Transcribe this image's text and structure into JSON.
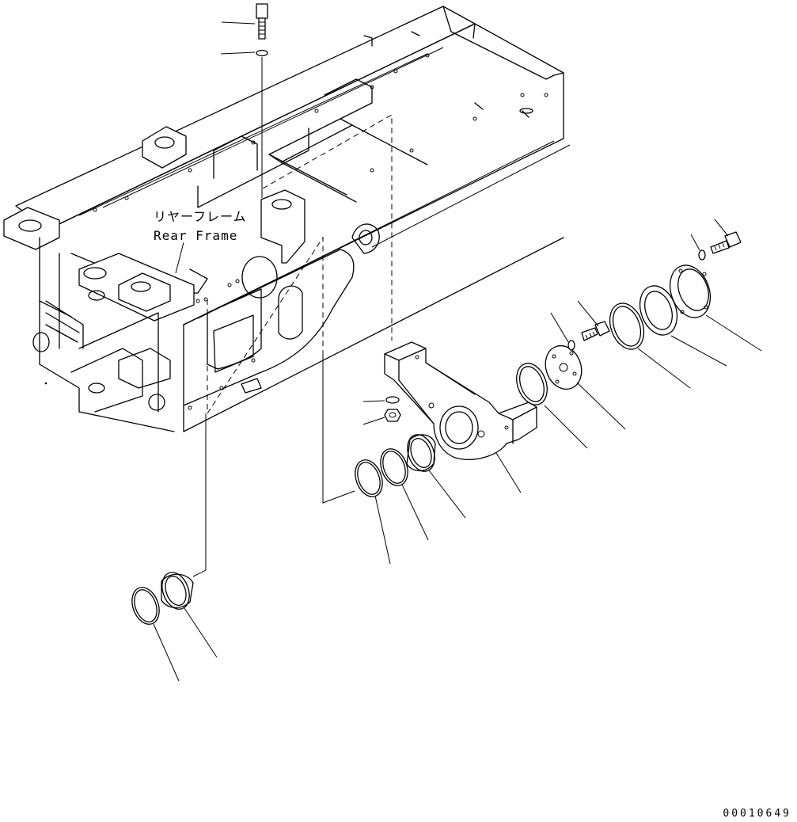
{
  "diagram": {
    "callout_jp": "リヤーフレーム",
    "callout_en": "Rear Frame",
    "drawing_code": "00010649"
  }
}
